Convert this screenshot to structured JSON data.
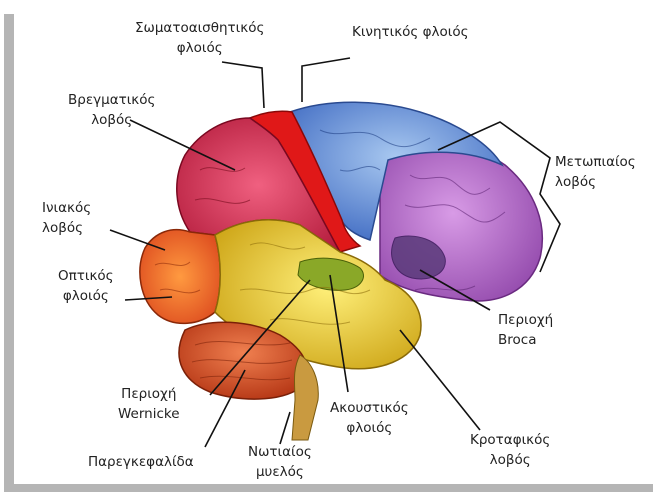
{
  "labels": {
    "somatosensory": [
      "Σωματοαισθητικός",
      "φλοιός"
    ],
    "motor": [
      "Κινητικός φλοιός"
    ],
    "parietal": [
      "Βρεγματικός",
      "λοβός"
    ],
    "frontal": [
      "Μετωπιαίος",
      "λοβός"
    ],
    "occipital": [
      "Ινιακός",
      "λοβός"
    ],
    "visual": [
      "Οπτικός",
      "φλοιός"
    ],
    "broca": [
      "Περιοχή",
      "Broca"
    ],
    "wernicke": [
      "Περιοχή",
      "Wernicke"
    ],
    "auditory": [
      "Ακουστικός",
      "φλοιός"
    ],
    "temporal": [
      "Κροταφικός",
      "λοβός"
    ],
    "cerebellum": [
      "Παρεγκεφαλίδα"
    ],
    "spinal": [
      "Νωτιαίος",
      "μυελός"
    ]
  },
  "colors": {
    "frontal": "#b468c8",
    "motor": "#5b8ad6",
    "somatosensory": "#e02020",
    "parietal": "#d8304a",
    "occipital": "#ee6a20",
    "temporal": "#e6cc1e",
    "cerebellum": "#d8532a",
    "broca": "#6a4a8a",
    "auditory": "#7a9a20"
  }
}
